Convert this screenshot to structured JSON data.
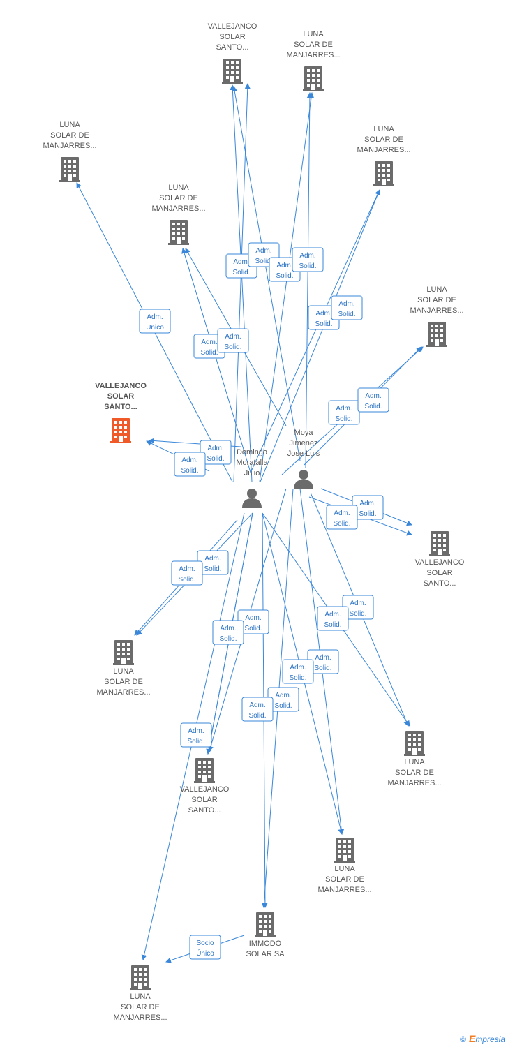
{
  "colors": {
    "edge": "#3a87d9",
    "building": "#6b6b6b",
    "main_building": "#f05a28",
    "person": "#6b6b6b",
    "badge_text": "#2b73c4"
  },
  "people": [
    {
      "id": "domingo",
      "lines": [
        "Domingo",
        "Moratalla",
        "Julio"
      ],
      "icon": "person-icon"
    },
    {
      "id": "moya",
      "lines": [
        "Moya",
        "Jimenez",
        "Jose Luis"
      ],
      "icon": "person-icon"
    }
  ],
  "companies": [
    {
      "id": "main",
      "main": true,
      "lines": [
        "VALLEJANCO",
        "SOLAR",
        "SANTO..."
      ]
    },
    {
      "id": "c1",
      "lines": [
        "VALLEJANCO",
        "SOLAR",
        "SANTO..."
      ]
    },
    {
      "id": "c2",
      "lines": [
        "LUNA",
        "SOLAR DE",
        "MANJARRES..."
      ]
    },
    {
      "id": "c3",
      "lines": [
        "LUNA",
        "SOLAR DE",
        "MANJARRES..."
      ]
    },
    {
      "id": "c4",
      "lines": [
        "LUNA",
        "SOLAR DE",
        "MANJARRES..."
      ]
    },
    {
      "id": "c5",
      "lines": [
        "LUNA",
        "SOLAR DE",
        "MANJARRES..."
      ]
    },
    {
      "id": "c6",
      "lines": [
        "LUNA",
        "SOLAR DE",
        "MANJARRES..."
      ]
    },
    {
      "id": "c7",
      "lines": [
        "VALLEJANCO",
        "SOLAR",
        "SANTO..."
      ]
    },
    {
      "id": "c8",
      "lines": [
        "LUNA",
        "SOLAR DE",
        "MANJARRES..."
      ]
    },
    {
      "id": "c9",
      "lines": [
        "LUNA",
        "SOLAR DE",
        "MANJARRES..."
      ]
    },
    {
      "id": "c10",
      "lines": [
        "VALLEJANCO",
        "SOLAR",
        "SANTO..."
      ]
    },
    {
      "id": "c11",
      "lines": [
        "LUNA",
        "SOLAR DE",
        "MANJARRES..."
      ]
    },
    {
      "id": "c12",
      "lines": [
        "IMMODO",
        "SOLAR SA"
      ]
    },
    {
      "id": "c13",
      "lines": [
        "LUNA",
        "SOLAR DE",
        "MANJARRES..."
      ]
    }
  ],
  "badges": [
    {
      "lines": [
        "Adm.",
        "Solid."
      ]
    },
    {
      "lines": [
        "Adm.",
        "Unico"
      ]
    },
    {
      "lines": [
        "Socio",
        "Único"
      ]
    }
  ],
  "footer": {
    "copyright": "©",
    "brand_initial": "E",
    "brand_rest": "mpresia"
  }
}
